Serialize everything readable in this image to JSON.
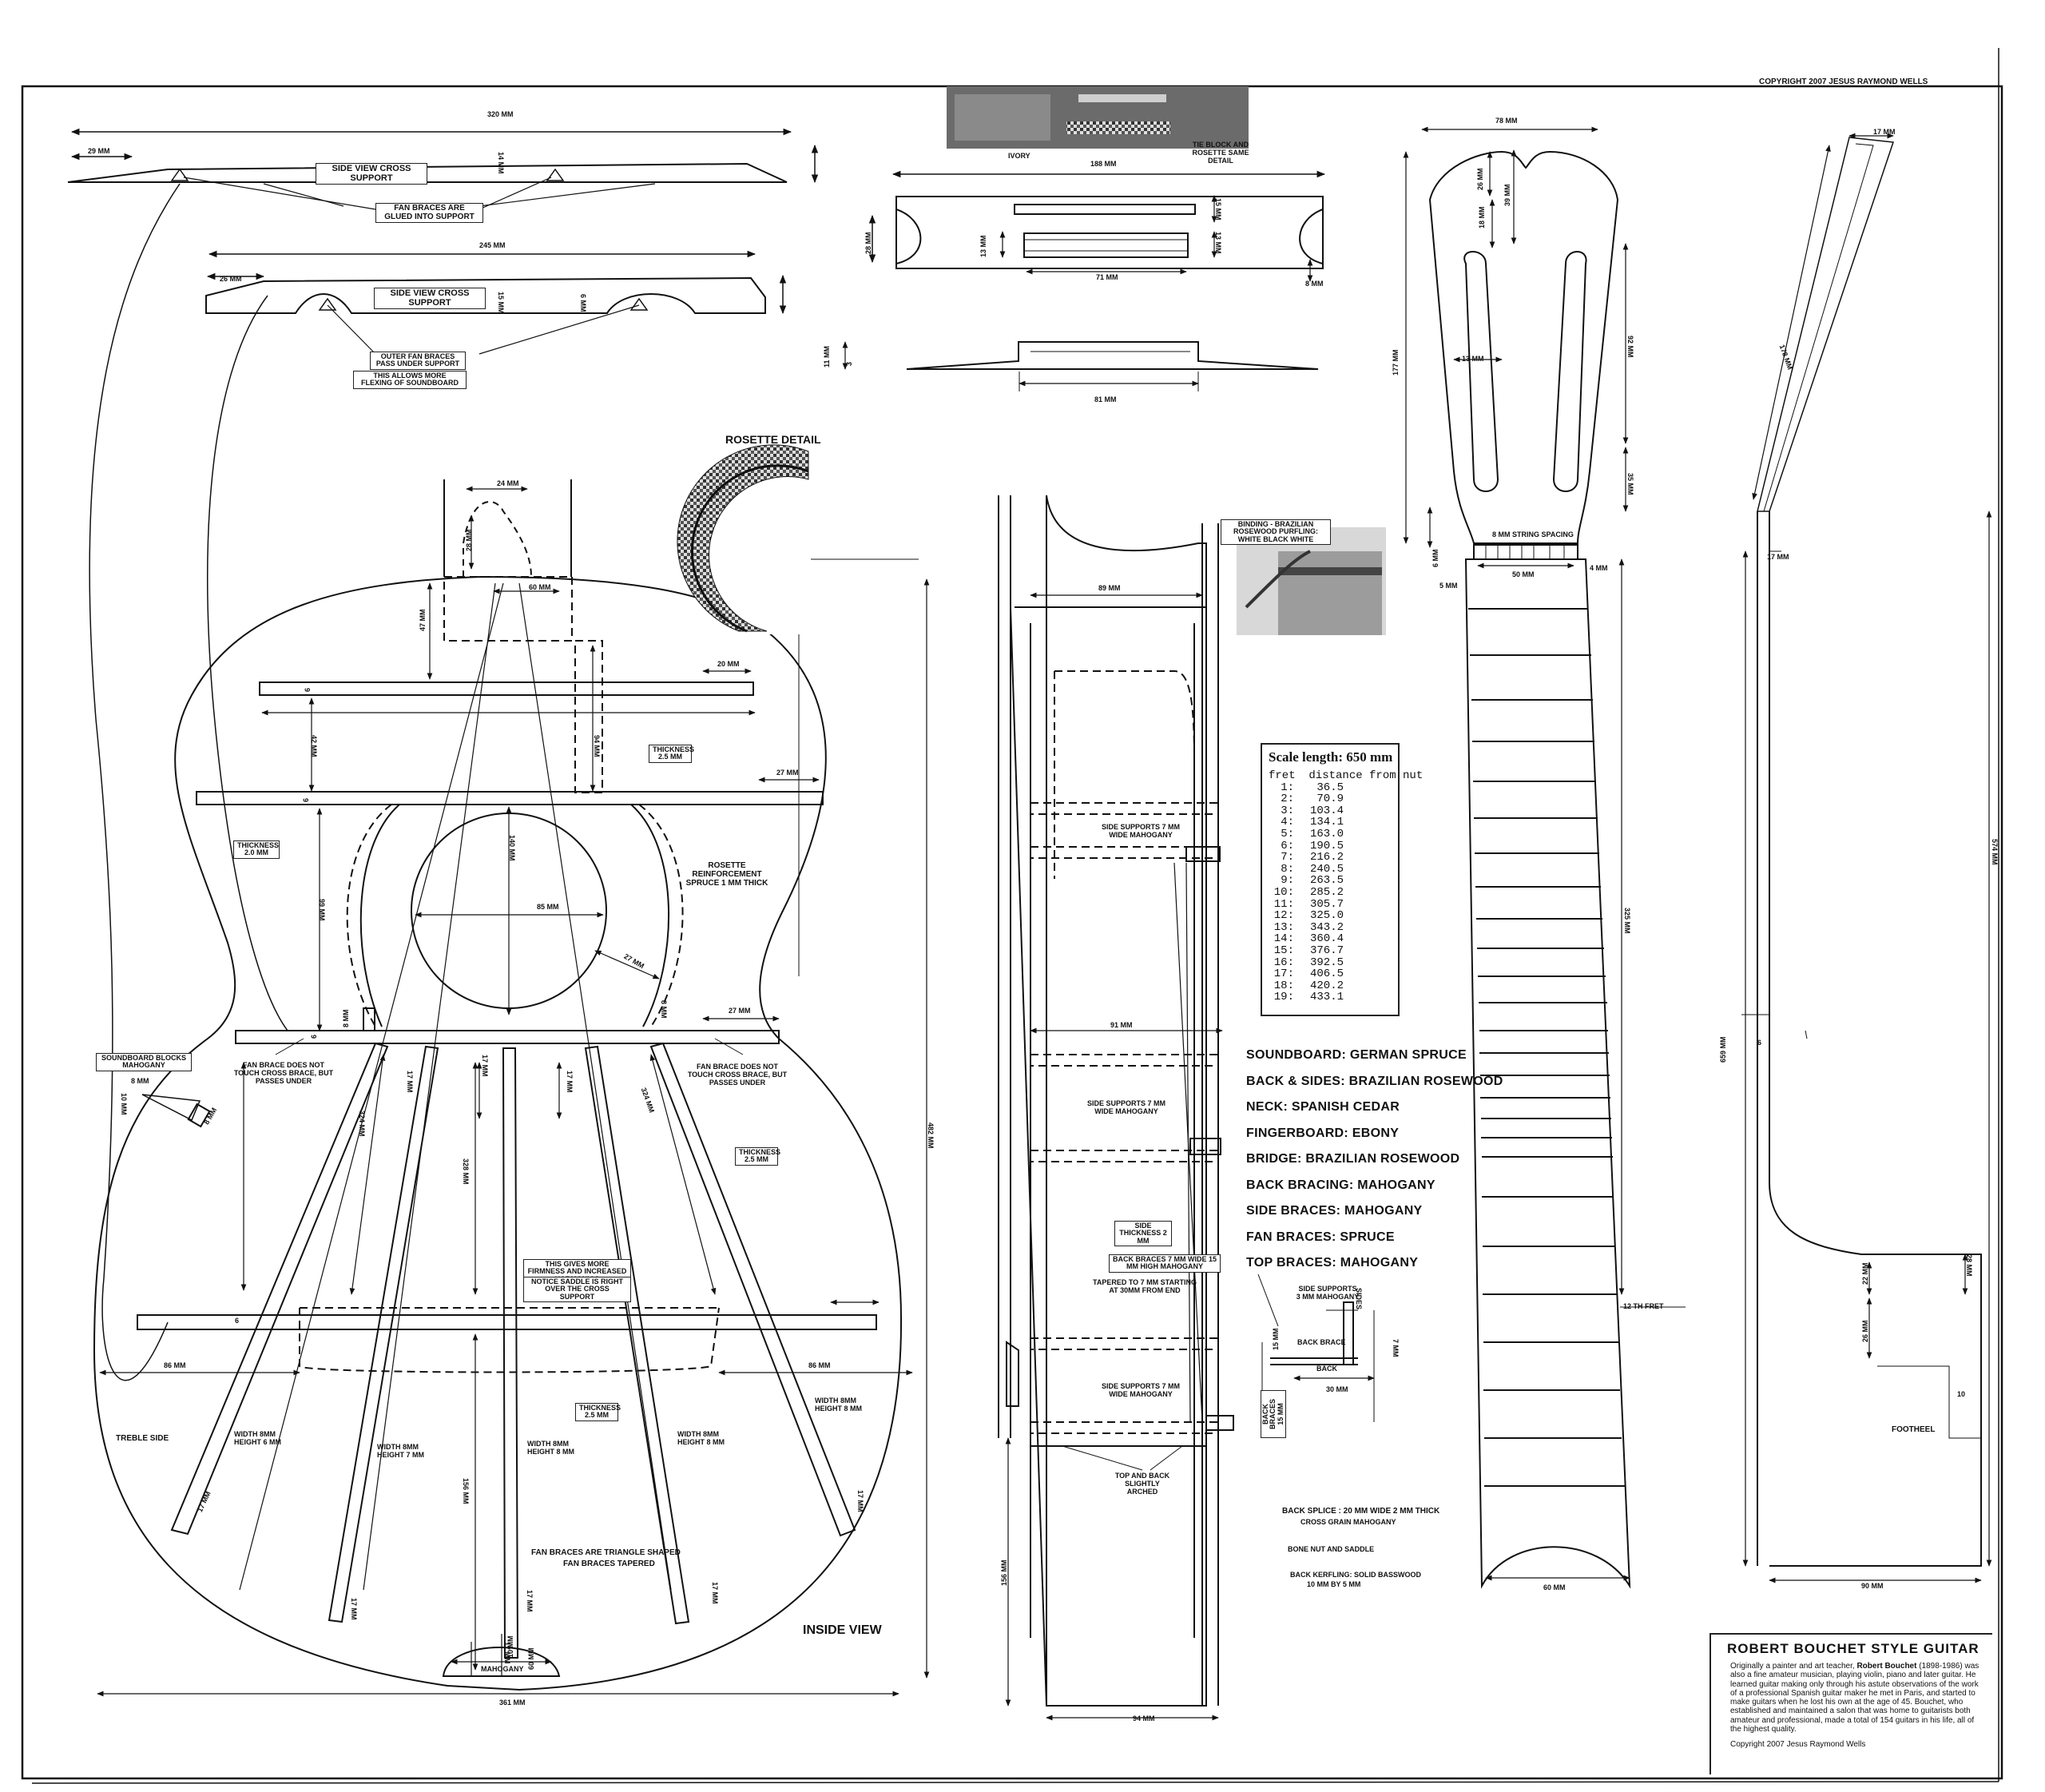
{
  "copyright_top": "COPYRIGHT 2007  JESUS RAYMOND WELLS",
  "cross_supports": {
    "upper_width": "320 MM",
    "upper_offset": "29 MM",
    "upper_height": "14 MM",
    "upper_label": "SIDE VIEW CROSS SUPPORT",
    "fan_note": "FAN BRACES ARE GLUED INTO SUPPORT",
    "lower_width": "245 MM",
    "lower_offset": "26 MM",
    "lower_height": "15 MM",
    "lower_right": "6 MM",
    "lower_label": "SIDE VIEW CROSS SUPPORT",
    "outer_note": "OUTER FAN BRACES PASS UNDER SUPPORT",
    "flex_note": "THIS ALLOWS MORE FLEXING OF SOUNDBOARD"
  },
  "bridge": {
    "ivory": "IVORY",
    "tieblock_note": "TIE BLOCK AND ROSETTE SAME DETAIL",
    "length": "188 MM",
    "depth": "28 MM",
    "slot_h": "13 MM",
    "wing_h": "15 MM",
    "saddle_h": "13 MM",
    "slot_len": "71 MM",
    "end_h": "8 MM",
    "side_h": "11 MM",
    "side_small": "3",
    "base_len": "81 MM"
  },
  "rosette": {
    "title": "ROSETTE DETAIL"
  },
  "top": {
    "neck_w": "24 MM",
    "neck_h": "28 MM",
    "block_w": "60 MM",
    "block_h": "47 MM",
    "brace1_end": "20 MM",
    "brace1_h": "6",
    "gap1": "42 MM",
    "gap_long": "94 MM",
    "thick1": "THICKNESS 2.5 MM",
    "brace2_end": "27 MM",
    "brace2_h": "6",
    "thick2": "THICKNESS 2.0 MM",
    "rosette_reinf": "ROSETTE REINFORCEMENT SPRUCE 1 MM THICK",
    "sound_hole_v": "140 MM",
    "gap2": "99 MM",
    "sound_hole": "85 MM",
    "reinf_w": "27 MM",
    "brace3_end": "27 MM",
    "brace3_h": "6",
    "small_a": "8 MM",
    "small_b": "8 MM",
    "fan_note_l": "FAN BRACE DOES NOT TOUCH CROSS BRACE, BUT PASSES UNDER",
    "fan_note_r": "FAN BRACE DOES NOT TOUCH CROSS BRACE, BUT PASSES UNDER",
    "sb_blocks": "SOUNDBOARD BLOCKS MAHOGANY",
    "sb_w": "8 MM",
    "sb_h": "10 MM",
    "sb_d": "8 MM",
    "fan_17a": "17 MM",
    "fan_17b": "17 MM",
    "fan_17c": "17 MM",
    "fan_324a": "324 MM",
    "fan_328": "328 MM",
    "fan_324b": "324 MM",
    "thick3": "THICKNESS 2.5 MM",
    "firmness_note": "THIS GIVES MORE FIRMNESS AND INCREASED HARMONICS",
    "saddle_note": "NOTICE SADDLE IS RIGHT OVER THE CROSS SUPPORT",
    "lower_brace_h": "6",
    "left_86": "86 MM",
    "right_86": "86 MM",
    "thick4": "THICKNESS 2.5 MM",
    "treble": "TREBLE SIDE",
    "fan_w1": "WIDTH 8MM HEIGHT 6 MM",
    "fan_w2": "WIDTH 8MM HEIGHT 7 MM",
    "fan_w3": "WIDTH 8MM HEIGHT 8 MM",
    "fan_w4": "WIDTH 8MM HEIGHT 8 MM",
    "fan_w5": "WIDTH 8MM HEIGHT 8 MM",
    "fan_156": "156 MM",
    "bot_17a": "17 MM",
    "bot_17b": "17 MM",
    "bot_17c": "17 MM",
    "bot_17d": "17 MM",
    "bot_17e": "17 MM",
    "bot_17f": "17 MM",
    "tri_note": "FAN BRACES ARE TRIANGLE SHAPED",
    "tapered_note": "FAN BRACES TAPERED",
    "tail_60": "60 MM",
    "tail_10": "10 MM",
    "mahog": "MAHOGANY",
    "length_482": "482 MM",
    "width_361": "361 MM",
    "inside_view": "INSIDE VIEW"
  },
  "side": {
    "binding_note": "BINDING - BRAZILIAN ROSEWOOD PURFLING: WHITE BLACK WHITE",
    "top_w": "89 MM",
    "mid_w": "91 MM",
    "bot_w": "94 MM",
    "lower_h": "156 MM",
    "side_sup1": "SIDE SUPPORTS 7 MM WIDE MAHOGANY",
    "side_sup2": "SIDE SUPPORTS 7 MM WIDE MAHOGANY",
    "side_sup3": "SIDE SUPPORTS 7 MM WIDE MAHOGANY",
    "side_thick": "SIDE THICKNESS 2 MM",
    "back_braces": "BACK BRACES 7 MM WIDE 15 MM HIGH MAHOGANY",
    "tapered": "TAPERED TO 7 MM STARTING AT 30MM FROM END",
    "arched": "TOP AND BACK SLIGHTLY ARCHED",
    "back_braces_v": "BACK BRACES 15 MM",
    "detail_sup": "SIDE SUPPORTS 3 MM MAHOGANY",
    "detail_sides": "SIDES",
    "detail_bb": "BACK BRACE",
    "detail_back": "BACK",
    "detail_15": "15 MM",
    "detail_7": "7 MM",
    "detail_30": "30 MM"
  },
  "scale": {
    "title": "Scale length: 650 mm",
    "header": "fret  distance from nut",
    "frets": [
      {
        "n": "1:",
        "d": "36.5"
      },
      {
        "n": "2:",
        "d": "70.9"
      },
      {
        "n": "3:",
        "d": "103.4"
      },
      {
        "n": "4:",
        "d": "134.1"
      },
      {
        "n": "5:",
        "d": "163.0"
      },
      {
        "n": "6:",
        "d": "190.5"
      },
      {
        "n": "7:",
        "d": "216.2"
      },
      {
        "n": "8:",
        "d": "240.5"
      },
      {
        "n": "9:",
        "d": "263.5"
      },
      {
        "n": "10:",
        "d": "285.2"
      },
      {
        "n": "11:",
        "d": "305.7"
      },
      {
        "n": "12:",
        "d": "325.0"
      },
      {
        "n": "13:",
        "d": "343.2"
      },
      {
        "n": "14:",
        "d": "360.4"
      },
      {
        "n": "15:",
        "d": "376.7"
      },
      {
        "n": "16:",
        "d": "392.5"
      },
      {
        "n": "17:",
        "d": "406.5"
      },
      {
        "n": "18:",
        "d": "420.2"
      },
      {
        "n": "19:",
        "d": "433.1"
      }
    ]
  },
  "materials": [
    "SOUNDBOARD:  GERMAN SPRUCE",
    "BACK & SIDES: BRAZILIAN ROSEWOOD",
    "NECK:  SPANISH CEDAR",
    "FINGERBOARD:  EBONY",
    "BRIDGE:  BRAZILIAN ROSEWOOD",
    "BACK BRACING:  MAHOGANY",
    "SIDE BRACES:  MAHOGANY",
    "FAN BRACES:  SPRUCE",
    "TOP BRACES:  MAHOGANY"
  ],
  "misc": {
    "back_splice": "BACK SPLICE : 20 MM WIDE  2 MM THICK",
    "cross_grain": "CROSS GRAIN MAHOGANY",
    "bone": "BONE NUT AND SADDLE",
    "kerfling": "BACK KERFLING: SOLID BASSWOOD",
    "kerf_dim": "10 MM BY 5 MM"
  },
  "neck": {
    "head_w": "78 MM",
    "head_26": "26 MM",
    "head_39": "39 MM",
    "head_18": "18 MM",
    "head_177": "177 MM",
    "slot_13": "13 MM",
    "slot_92": "92 MM",
    "slot_35": "35 MM",
    "string_spacing": "8 MM STRING SPACING",
    "nut_6": "6 MM",
    "nut_5": "5 MM",
    "nut_50": "50 MM",
    "nut_4": "4 MM",
    "fb_325": "325 MM",
    "fret12": "12 TH FRET",
    "fb_end": "60 MM"
  },
  "profile": {
    "top_17": "17 MM",
    "head_178": "178 MM",
    "neck_17": "17 MM",
    "len_659": "659 MM",
    "len_574": "574 MM",
    "small_6": "6",
    "heel_22": "22 MM",
    "heel_26": "26 MM",
    "heel_28": "28 MM",
    "heel_10": "10",
    "footheel": "FOOTHEEL",
    "heel_90": "90 MM"
  },
  "titlebox": {
    "title": "ROBERT BOUCHET  STYLE GUITAR",
    "bio_1": "Originally a painter and art teacher, ",
    "bio_name": "Robert Bouchet",
    "bio_2": " (1898-1986) was also a fine amateur musician, playing violin, piano and later guitar. He learned guitar making only through his astute observations of the work of a professional Spanish guitar maker he met in Paris, and started to make guitars when he lost his own at the age of 45. Bouchet, who established and maintained a salon that was home to guitarists both amateur and professional, made a total of 154 guitars in his life, all of the highest quality.",
    "copyright": "Copyright 2007 Jesus Raymond Wells"
  }
}
